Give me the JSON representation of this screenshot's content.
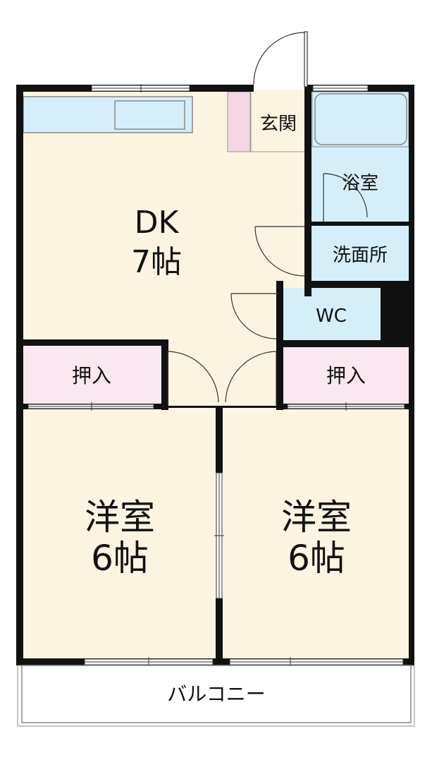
{
  "rooms": {
    "dk": {
      "name": "DK",
      "size": "7帖"
    },
    "genkan": "玄関",
    "bath": "浴室",
    "senmen": "洗面所",
    "wc": "WC",
    "oshiire_left": "押入",
    "oshiire_right": "押入",
    "youshitsu_left": {
      "name": "洋室",
      "size": "6帖"
    },
    "youshitsu_right": {
      "name": "洋室",
      "size": "6帖"
    },
    "balcony": "バルコニー"
  },
  "colors": {
    "floor": "#fbf4e1",
    "wet_area": "#d6eefa",
    "closet": "#fbe7ef",
    "wall": "#111111",
    "genkan_step": "#f5d7e2"
  }
}
